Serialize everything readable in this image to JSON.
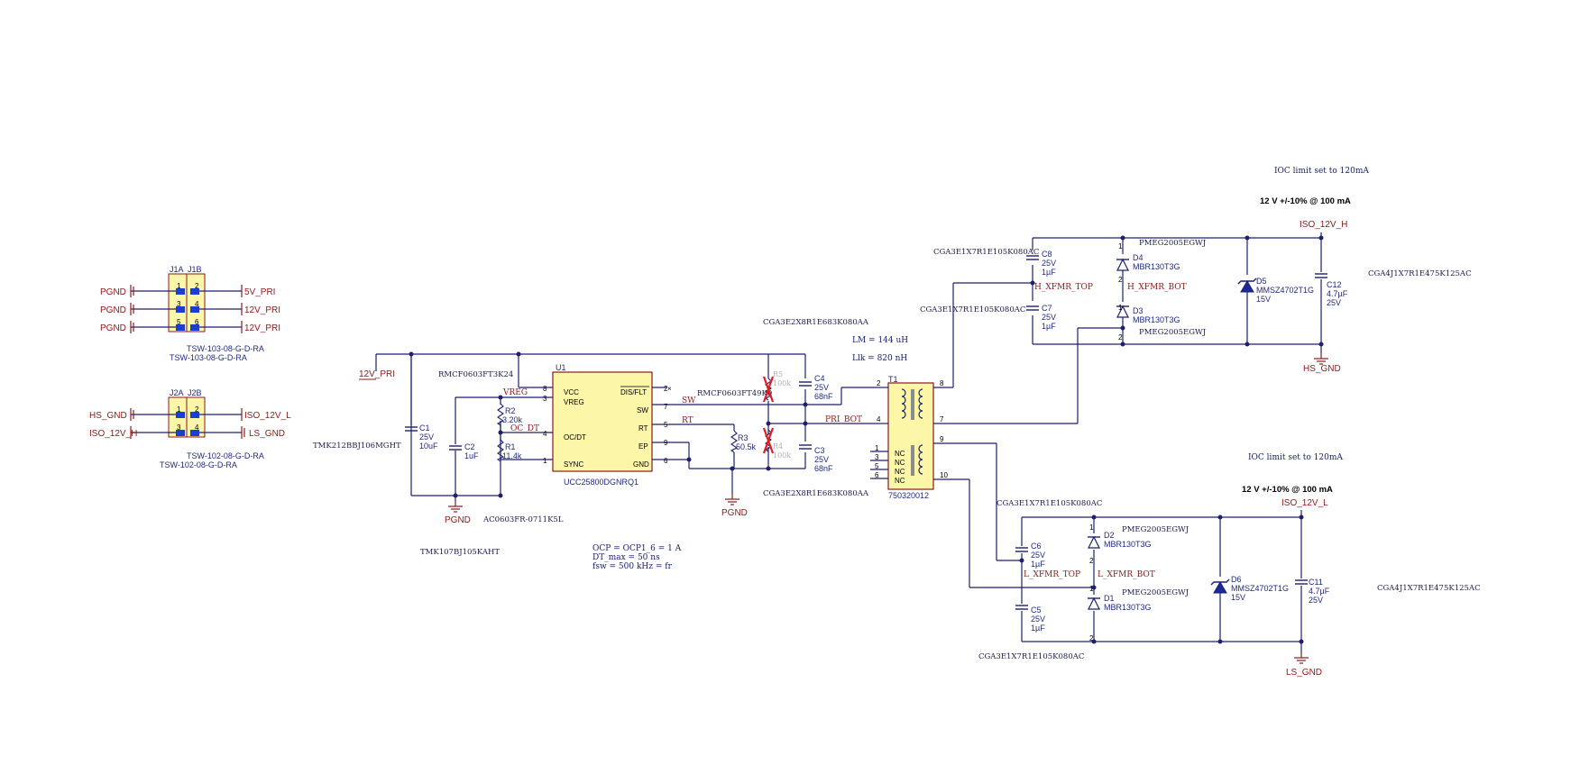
{
  "connectors": {
    "j1": {
      "ref_a": "J1A",
      "ref_b": "J1B",
      "pins": [
        "1",
        "2",
        "3",
        "4",
        "5",
        "6"
      ],
      "left_nets": [
        "PGND",
        "PGND",
        "PGND"
      ],
      "right_nets": [
        "5V_PRI",
        "12V_PRI",
        "12V_PRI"
      ],
      "part_a": "TSW-103-08-G-D-RA",
      "part_b": "TSW-103-08-G-D-RA"
    },
    "j2": {
      "ref_a": "J2A",
      "ref_b": "J2B",
      "pins": [
        "1",
        "2",
        "3",
        "4"
      ],
      "left_nets": [
        "HS_GND",
        "ISO_12V_H"
      ],
      "right_nets": [
        "ISO_12V_L",
        "LS_GND"
      ],
      "part_a": "TSW-102-08-G-D-RA",
      "part_b": "TSW-102-08-G-D-RA"
    }
  },
  "primary": {
    "input_net": "12V_PRI",
    "gnd_left": "PGND",
    "gnd_right": "PGND",
    "c1": {
      "ref": "C1",
      "v": "25V",
      "val": "10uF",
      "part": "TMK212BBJ106MGHT"
    },
    "c2": {
      "ref": "C2",
      "val": "1uF",
      "part": "TMK107BJ105KAHT"
    },
    "r2": {
      "ref": "R2",
      "val": "3.20k",
      "part": "RMCF0603FT3K24"
    },
    "r1": {
      "ref": "R1",
      "val": "11.4k",
      "part": "AC0603FR-0711K5L"
    },
    "r3": {
      "ref": "R3",
      "val": "50.5k",
      "part": "RMCF0603FT49K9"
    },
    "r5": {
      "ref": "R5",
      "val": "100k"
    },
    "r4": {
      "ref": "R4",
      "val": "100k"
    },
    "c4": {
      "ref": "C4",
      "v": "25V",
      "val": "68nF",
      "part": "CGA3E2X8R1E683K080AA"
    },
    "c3": {
      "ref": "C3",
      "v": "25V",
      "val": "68nF",
      "part": "CGA3E2X8R1E683K080AA"
    },
    "nets": {
      "vreg": "VREG",
      "oc_dt": "OC_DT",
      "sw": "SW",
      "rt": "RT",
      "pri_bot": "PRI_BOT"
    }
  },
  "u1": {
    "ref": "U1",
    "part": "UCC25800DGNRQ1",
    "pins_left": [
      {
        "num": "8",
        "name": "VCC"
      },
      {
        "num": "3",
        "name": "VREG"
      },
      {
        "num": "4",
        "name": "OC/DT"
      },
      {
        "num": "1",
        "name": "SYNC"
      }
    ],
    "pins_right": [
      {
        "num": "2",
        "name": "DIS/FLT"
      },
      {
        "num": "7",
        "name": "SW"
      },
      {
        "num": "5",
        "name": "RT"
      },
      {
        "num": "9",
        "name": "EP"
      },
      {
        "num": "6",
        "name": "GND"
      }
    ]
  },
  "notes": {
    "lm": "LM = 144 uH",
    "llk": "Llk = 820 nH",
    "ocp": "OCP = OCP1_6 = 1 A",
    "dt": "DT_max = 50 ns",
    "fsw": "fsw = 500 kHz = fr"
  },
  "t1": {
    "ref": "T1",
    "part": "750320012",
    "pins": [
      "2",
      "4",
      "8",
      "7",
      "9",
      "10",
      "1",
      "3",
      "5",
      "6"
    ],
    "nc": [
      "NC",
      "NC",
      "NC",
      "NC"
    ]
  },
  "high_side": {
    "ioc_note": "IOC limit set to 120mA",
    "rating": "12 V +/-10% @ 100 mA",
    "out_net": "ISO_12V_H",
    "gnd_net": "HS_GND",
    "top_net": "H_XFMR_TOP",
    "bot_net": "H_XFMR_BOT",
    "c8": {
      "ref": "C8",
      "v": "25V",
      "val": "1µF",
      "part": "CGA3E1X7R1E105K080AC"
    },
    "c7": {
      "ref": "C7",
      "v": "25V",
      "val": "1µF",
      "part": "CGA3E1X7R1E105K080AC"
    },
    "d4": {
      "ref": "D4",
      "val": "MBR130T3G",
      "part": "PMEG2005EGWJ"
    },
    "d3": {
      "ref": "D3",
      "val": "MBR130T3G",
      "part": "PMEG2005EGWJ"
    },
    "d5": {
      "ref": "D5",
      "val": "MMSZ4702T1G",
      "v": "15V"
    },
    "c12": {
      "ref": "C12",
      "val": "4.7µF",
      "v": "25V",
      "part": "CGA4J1X7R1E475K125AC"
    }
  },
  "low_side": {
    "ioc_note": "IOC limit set to 120mA",
    "rating": "12 V +/-10% @ 100 mA",
    "out_net": "ISO_12V_L",
    "gnd_net": "LS_GND",
    "top_net": "L_XFMR_TOP",
    "bot_net": "L_XFMR_BOT",
    "c6": {
      "ref": "C6",
      "v": "25V",
      "val": "1µF",
      "part": "CGA3E1X7R1E105K080AC"
    },
    "c5": {
      "ref": "C5",
      "v": "25V",
      "val": "1µF",
      "part": "CGA3E1X7R1E105K080AC"
    },
    "d2": {
      "ref": "D2",
      "val": "MBR130T3G",
      "part": "PMEG2005EGWJ"
    },
    "d1": {
      "ref": "D1",
      "val": "MBR130T3G",
      "part": "PMEG2005EGWJ"
    },
    "d6": {
      "ref": "D6",
      "val": "MMSZ4702T1G",
      "v": "15V"
    },
    "c11": {
      "ref": "C11",
      "val": "4.7µF",
      "v": "25V",
      "part": "CGA4J1X7R1E475K125AC"
    }
  },
  "diode_pins": {
    "anode": "1",
    "cathode": "2"
  },
  "colors": {
    "wire": "#1f1f6e",
    "net_label": "#8b1a1a",
    "ic_fill": "#fbf6a8",
    "pad": "#1a3fd0",
    "dnp_mark": "#e02020"
  }
}
